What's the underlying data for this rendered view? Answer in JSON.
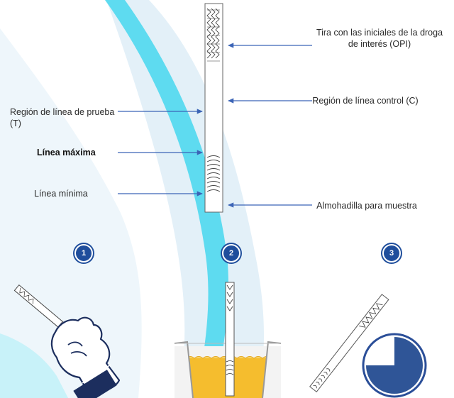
{
  "labels": {
    "drug_strip": "Tira con las iniciales de la droga de interés (OPI)",
    "control_region": "Región de línea control (C)",
    "test_region": "Región de línea de prueba (T)",
    "max_line": "Línea máxima",
    "min_line": "Línea mínima",
    "sample_pad": "Almohadilla para muestra"
  },
  "steps": [
    "1",
    "2",
    "3"
  ],
  "timer_fraction": 0.75,
  "colors": {
    "arrow_blue": "#3b64b6",
    "badge_blue": "#1f4e9c",
    "cyan_bg": "#4fd8ee",
    "light_blue_bg": "#e3f0f8",
    "urine_yellow": "#f5bd2e",
    "glove_navy": "#1c2e5e"
  }
}
